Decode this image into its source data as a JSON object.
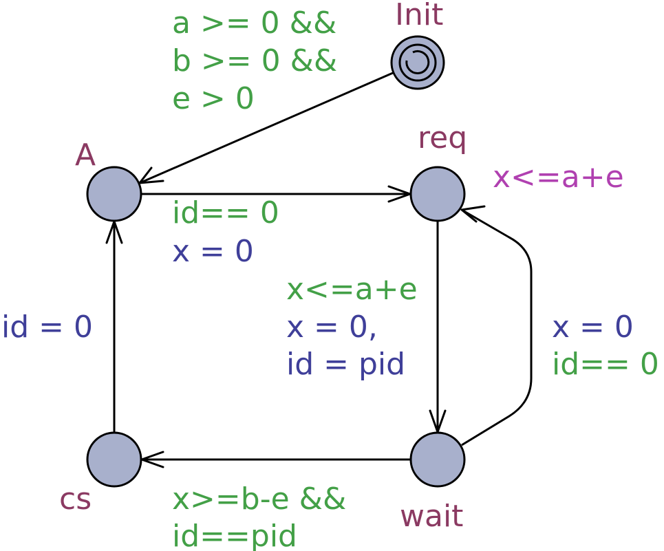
{
  "colors": {
    "location_fill": "#a8b0cc",
    "location_name": "#8b3a62",
    "guard": "#43a047",
    "assignment": "#3f3f99",
    "invariant": "#b040b0",
    "edge": "#000000"
  },
  "locations": {
    "init": "Init",
    "a": "A",
    "req": "req",
    "wait": "wait",
    "cs": "cs"
  },
  "invariants": {
    "req": "x<=a+e"
  },
  "edges": {
    "init_to_a": {
      "guard": [
        "a >= 0 &&",
        "b >= 0 &&",
        "e > 0"
      ]
    },
    "a_to_req": {
      "guard": "id== 0",
      "assign": "x = 0"
    },
    "req_to_wait": {
      "guard": "x<=a+e",
      "assign": [
        "x = 0,",
        "id = pid"
      ]
    },
    "wait_to_req": {
      "assign": "x = 0",
      "guard": "id== 0"
    },
    "wait_to_cs": {
      "guard": [
        "x>=b-e &&",
        "id==pid"
      ]
    },
    "cs_to_a": {
      "assign": "id = 0"
    }
  }
}
